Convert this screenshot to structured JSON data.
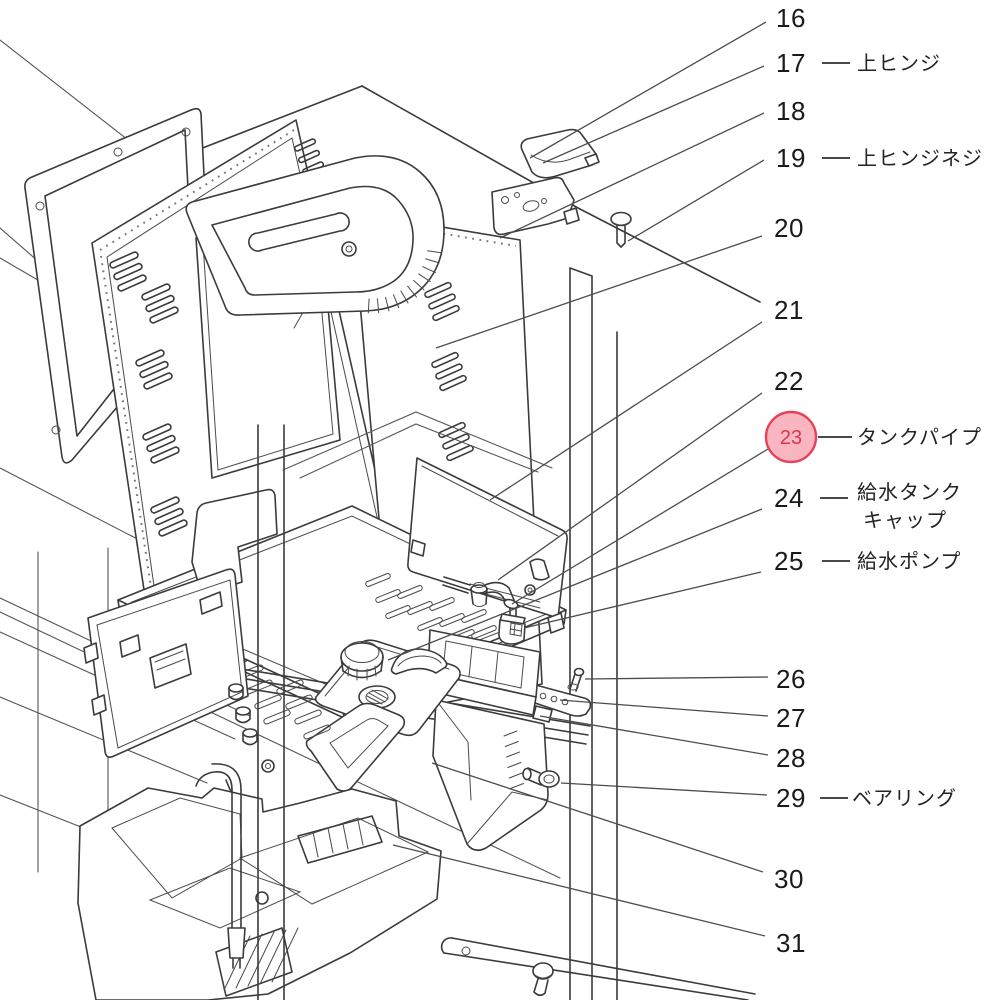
{
  "figure": {
    "kind": "exploded-parts-diagram"
  },
  "colors": {
    "line": "#3b3b3b",
    "leader": "#4c4c4c",
    "text": "#1a1a1a",
    "label_text": "#232323",
    "highlight_fill": "#f9b6c1",
    "highlight_stroke": "#e84056",
    "highlight_text": "#d63850",
    "background": "#ffffff"
  },
  "parts": [
    {
      "number": "16",
      "label_lines": [],
      "highlighted": false
    },
    {
      "number": "17",
      "label_lines": [
        "上ヒンジ"
      ],
      "highlighted": false
    },
    {
      "number": "18",
      "label_lines": [],
      "highlighted": false
    },
    {
      "number": "19",
      "label_lines": [
        "上ヒンジネジ"
      ],
      "highlighted": false
    },
    {
      "number": "20",
      "label_lines": [],
      "highlighted": false
    },
    {
      "number": "21",
      "label_lines": [],
      "highlighted": false
    },
    {
      "number": "22",
      "label_lines": [],
      "highlighted": false
    },
    {
      "number": "23",
      "label_lines": [
        "タンクパイプ"
      ],
      "highlighted": true
    },
    {
      "number": "24",
      "label_lines": [
        "給水タンク",
        "キャップ"
      ],
      "highlighted": false
    },
    {
      "number": "25",
      "label_lines": [
        "給水ポンプ"
      ],
      "highlighted": false
    },
    {
      "number": "26",
      "label_lines": [],
      "highlighted": false
    },
    {
      "number": "27",
      "label_lines": [],
      "highlighted": false
    },
    {
      "number": "28",
      "label_lines": [],
      "highlighted": false
    },
    {
      "number": "29",
      "label_lines": [
        "ベアリング"
      ],
      "highlighted": false
    },
    {
      "number": "30",
      "label_lines": [],
      "highlighted": false
    },
    {
      "number": "31",
      "label_lines": [],
      "highlighted": false
    }
  ]
}
